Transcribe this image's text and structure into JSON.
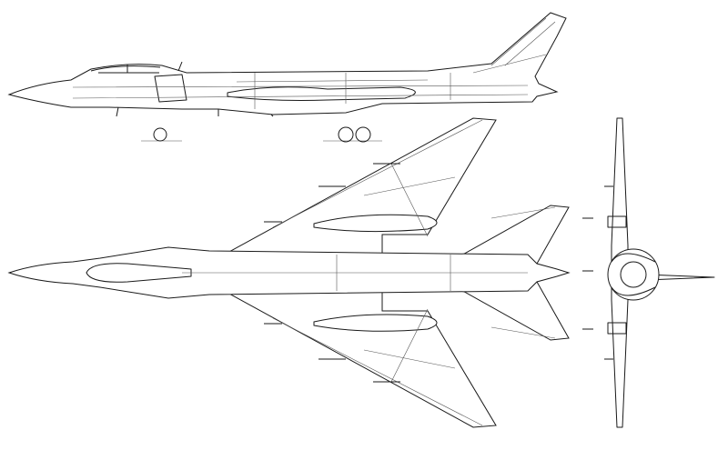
{
  "drawing": {
    "views": [
      "side",
      "top",
      "front"
    ],
    "line_color": "#1a1a1a",
    "background": "#ffffff"
  }
}
